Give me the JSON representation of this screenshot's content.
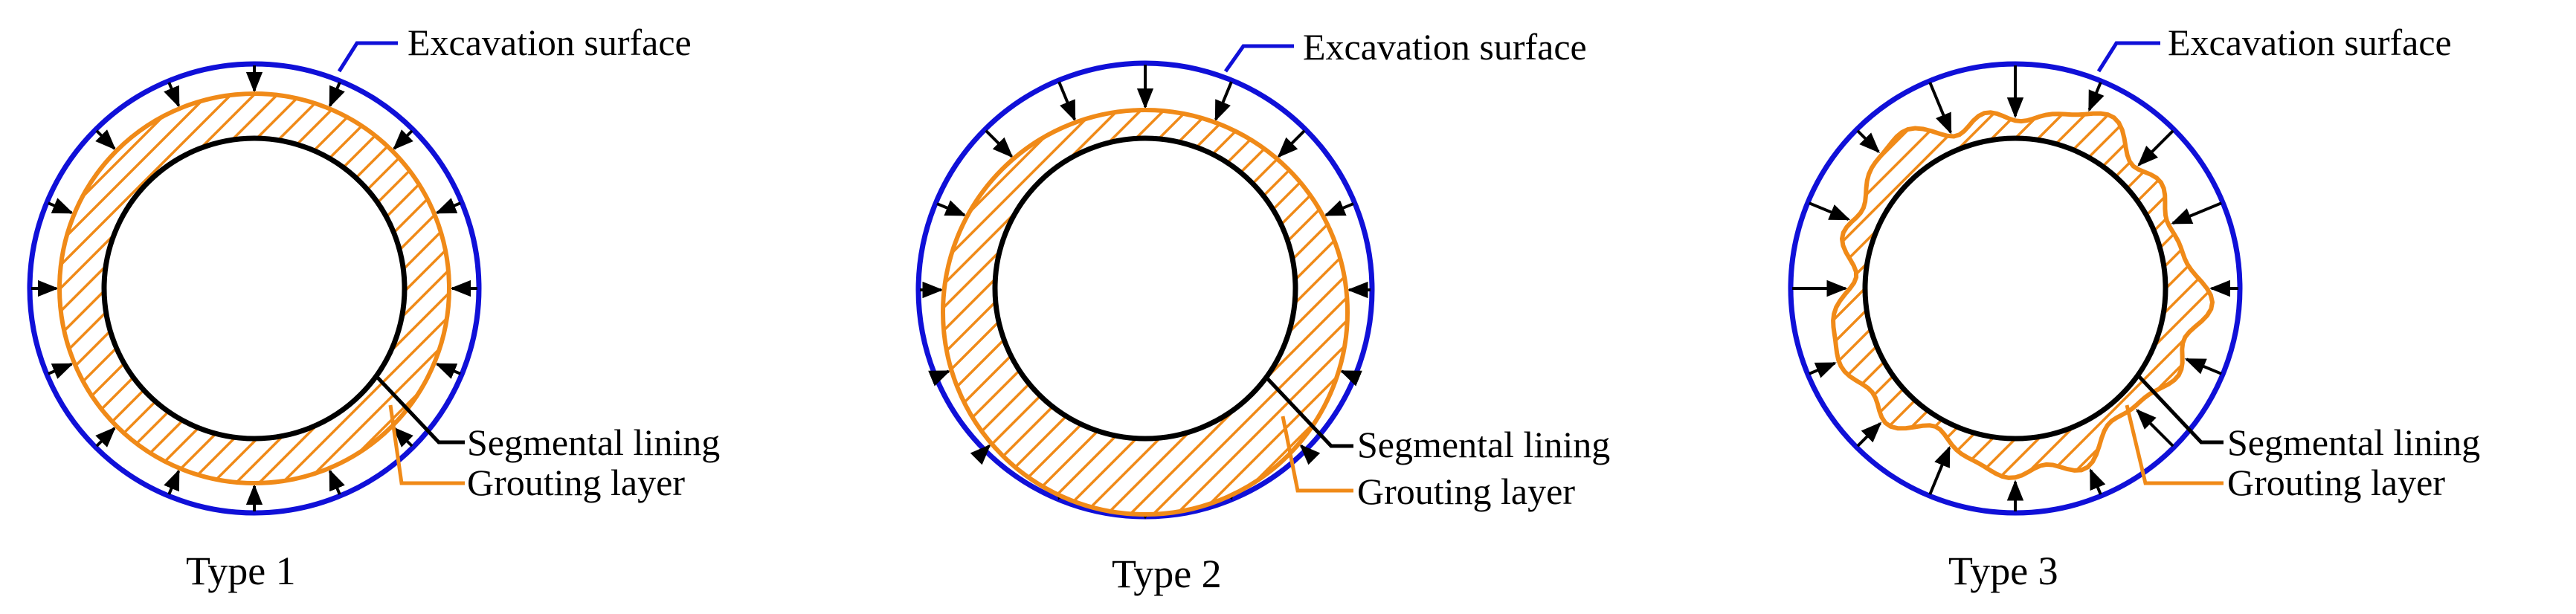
{
  "colors": {
    "excavation_surface": "#1010d8",
    "grouting_layer": "#f08a18",
    "segmental_lining": "#000000",
    "arrows": "#000000"
  },
  "panels": [
    {
      "caption": "Type 1",
      "labels": {
        "excavation_surface": "Excavation surface",
        "segmental_lining": "Segmental lining",
        "grouting_layer": "Grouting layer"
      }
    },
    {
      "caption": "Type 2",
      "labels": {
        "excavation_surface": "Excavation surface",
        "segmental_lining": "Segmental lining",
        "grouting_layer": "Grouting layer"
      }
    },
    {
      "caption": "Type 3",
      "labels": {
        "excavation_surface": "Excavation surface",
        "segmental_lining": "Segmental lining",
        "grouting_layer": "Grouting layer"
      }
    }
  ]
}
